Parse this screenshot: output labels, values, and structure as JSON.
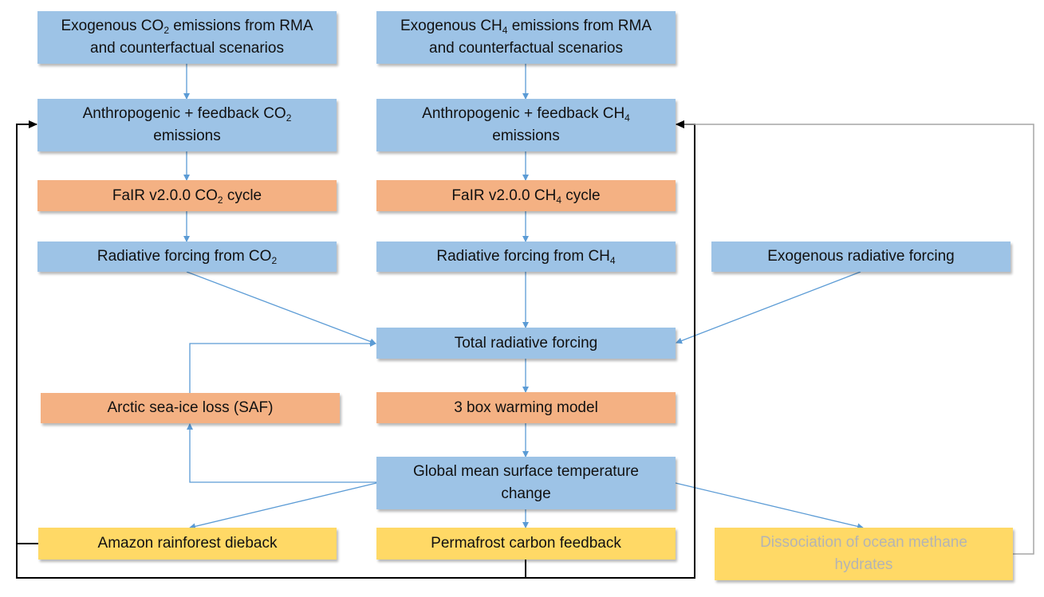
{
  "colors": {
    "blue_box": "#9dc3e6",
    "orange_box": "#f4b183",
    "yellow_box": "#ffd966",
    "arrow_blue": "#5b9bd5",
    "feedback_black": "#000000",
    "feedback_grey": "#a6a6a6"
  },
  "nodes": {
    "exo_co2": {
      "pre": "Exogenous CO",
      "sub": "2",
      "post": " emissions from RMA",
      "line2": "and counterfactual scenarios"
    },
    "exo_ch4": {
      "pre": "Exogenous CH",
      "sub": "4",
      "post": " emissions from RMA",
      "line2": "and counterfactual scenarios"
    },
    "anth_co2": {
      "pre": "Anthropogenic + feedback CO",
      "sub": "2",
      "post": "",
      "line2": "emissions"
    },
    "anth_ch4": {
      "pre": "Anthropogenic + feedback CH",
      "sub": "4",
      "post": "",
      "line2": "emissions"
    },
    "fair_co2": {
      "pre": "FaIR v2.0.0 CO",
      "sub": "2",
      "post": " cycle"
    },
    "fair_ch4": {
      "pre": "FaIR v2.0.0 CH",
      "sub": "4",
      "post": " cycle"
    },
    "rf_co2": {
      "pre": "Radiative forcing from CO",
      "sub": "2",
      "post": ""
    },
    "rf_ch4": {
      "pre": "Radiative forcing from CH",
      "sub": "4",
      "post": ""
    },
    "exo_rf": "Exogenous radiative forcing",
    "total_rf": "Total radiative forcing",
    "arctic": "Arctic sea-ice loss (SAF)",
    "warming": "3 box warming model",
    "gmst_line1": "Global mean surface temperature",
    "gmst_line2": "change",
    "amazon": "Amazon rainforest dieback",
    "permafrost": "Permafrost carbon feedback",
    "hydrates_line1": "Dissociation of ocean methane",
    "hydrates_line2": "hydrates"
  }
}
